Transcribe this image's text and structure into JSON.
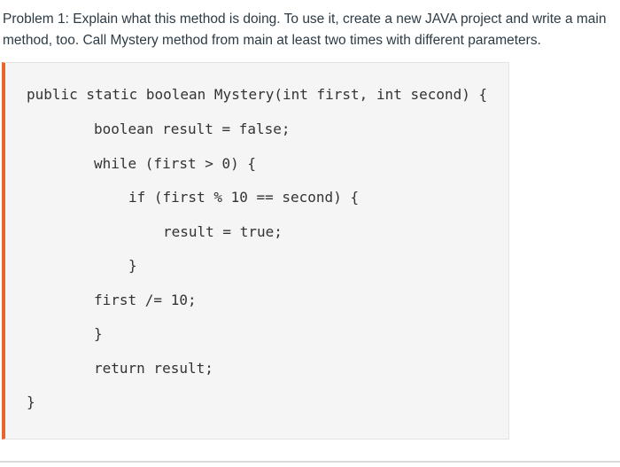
{
  "problem": {
    "text": "Problem 1: Explain what this method is doing. To use it, create a new JAVA project and write a main method, too. Call Mystery method from main at least two times with different parameters."
  },
  "code": {
    "lines": [
      "public static boolean Mystery(int first, int second) {",
      "boolean result = false;",
      "while (first > 0) {",
      "if (first % 10 == second) {",
      "result = true;",
      "}",
      "first /= 10;",
      "}",
      "return result;",
      "}"
    ]
  }
}
